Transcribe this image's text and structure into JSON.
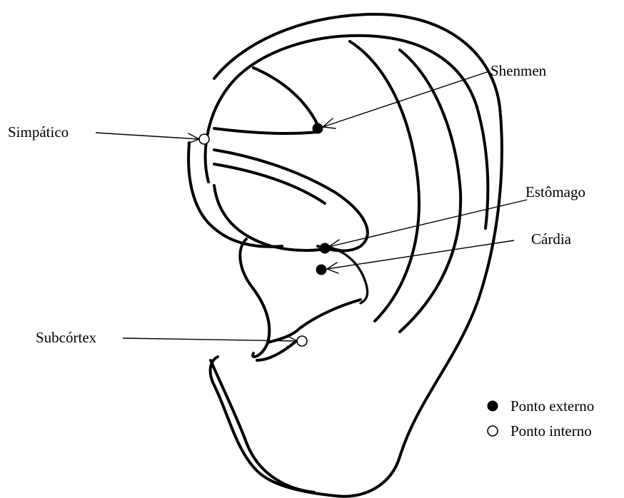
{
  "points": [
    {
      "id": "shenmen",
      "label": "Shenmen",
      "type": "external"
    },
    {
      "id": "simpatico",
      "label": "Simpático",
      "type": "internal"
    },
    {
      "id": "estomago",
      "label": "Estômago",
      "type": "external"
    },
    {
      "id": "cardia",
      "label": "Cárdia",
      "type": "external"
    },
    {
      "id": "subcortex",
      "label": "Subcórtex",
      "type": "internal"
    }
  ],
  "legend": [
    {
      "symbol": "filled-circle",
      "label": "Ponto externo"
    },
    {
      "symbol": "open-circle",
      "label": "Ponto interno"
    }
  ]
}
